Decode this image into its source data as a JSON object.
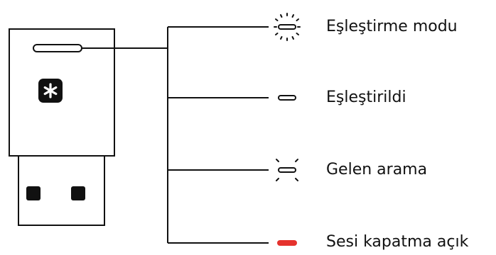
{
  "legend": {
    "states": [
      {
        "label": "Eşleştirme modu",
        "indicator": "blinking-fast",
        "color": "#111111"
      },
      {
        "label": "Eşleştirildi",
        "indicator": "solid",
        "color": "#111111"
      },
      {
        "label": "Gelen arama",
        "indicator": "blinking-slow",
        "color": "#111111"
      },
      {
        "label": "Sesi kapatma açık",
        "indicator": "solid",
        "color": "#e5322d"
      }
    ]
  },
  "device": {
    "type": "usb-a-receiver",
    "button_icon": "asterisk-icon"
  }
}
